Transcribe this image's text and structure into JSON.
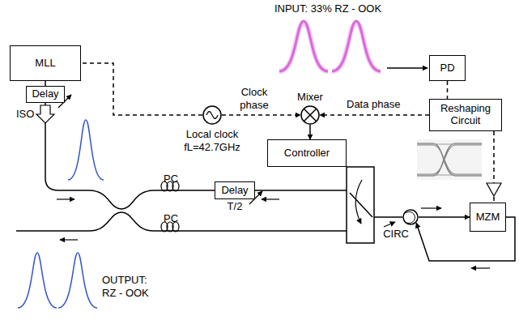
{
  "diagram": {
    "nodes": [
      {
        "text": [
          "MLL"
        ]
      },
      {
        "text": [
          "Delay"
        ]
      },
      {
        "text": [
          "PD"
        ]
      },
      {
        "text": [
          "Reshaping Circuit"
        ]
      },
      {
        "text": [
          "Mixer"
        ]
      },
      {
        "text": [
          "Local clock fL=42.7GHz"
        ]
      },
      {
        "text": [
          "Controller"
        ]
      },
      {
        "text": [
          "Delay",
          "T/2"
        ]
      },
      {
        "text": [
          "CIRC"
        ]
      },
      {
        "text": [
          "MZM"
        ]
      }
    ],
    "edges": [
      {
        "from": 5,
        "to": 4,
        "arrow": "to"
      },
      {
        "from": 5,
        "to": 0,
        "arrow": "none"
      },
      {
        "from": 0,
        "to": 1,
        "arrow": "none"
      },
      {
        "from": 2,
        "to": 3,
        "arrow": "none"
      },
      {
        "from": 3,
        "to": 4,
        "arrow": "to"
      },
      {
        "from": 4,
        "to": 6,
        "arrow": "to"
      },
      {
        "from": 3,
        "to": 9,
        "arrow": "none"
      },
      {
        "from": 8,
        "to": 9,
        "arrow": "to"
      },
      {
        "from": 9,
        "to": 8,
        "arrow": "to"
      }
    ],
    "labels": [
      "ISO",
      "INPUT: 33% RZ - OOK",
      "Clock phase",
      "Data phase",
      "PC",
      "PC",
      "OUTPUT: RZ - OOK"
    ]
  }
}
